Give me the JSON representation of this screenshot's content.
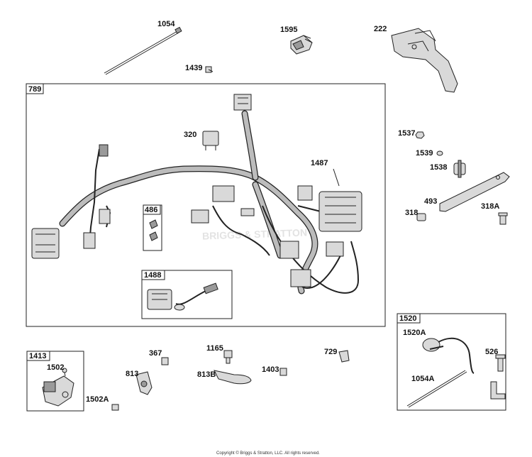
{
  "title_block": {
    "copyright": "Copyright © Briggs & Stratton, LLC. All rights reserved.",
    "watermark": "BRIGGS & STRATTON"
  },
  "groups": {
    "g789": "789",
    "g486": "486",
    "g1488": "1488",
    "g1413": "1413",
    "g1520": "1520"
  },
  "callouts": {
    "c1054": "1054",
    "c1595": "1595",
    "c222": "222",
    "c1439": "1439",
    "c320": "320",
    "c1487": "1487",
    "c1537": "1537",
    "c1539": "1539",
    "c1538": "1538",
    "c493": "493",
    "c318": "318",
    "c318A": "318A",
    "c1520A": "1520A",
    "c526": "526",
    "c1054A": "1054A",
    "c1502": "1502",
    "c1502A": "1502A",
    "c367": "367",
    "c813": "813",
    "c1165": "1165",
    "c813B": "813B",
    "c1403": "1403",
    "c729": "729"
  }
}
